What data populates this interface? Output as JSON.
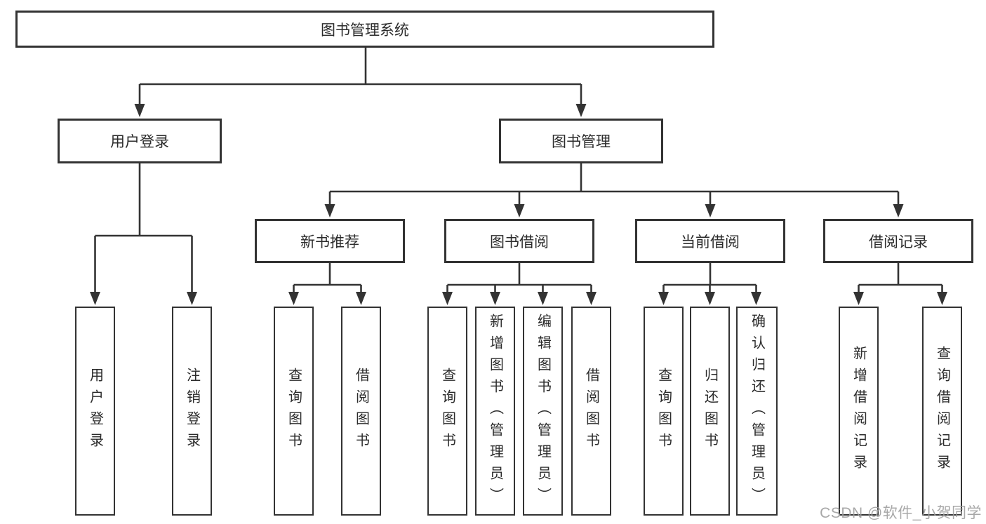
{
  "tree": {
    "label": "图书管理系统",
    "children": [
      {
        "label": "用户登录",
        "children": [
          {
            "label": "用户登录"
          },
          {
            "label": "注销登录"
          }
        ]
      },
      {
        "label": "图书管理",
        "children": [
          {
            "label": "新书推荐",
            "children": [
              {
                "label": "查询图书"
              },
              {
                "label": "借阅图书"
              }
            ]
          },
          {
            "label": "图书借阅",
            "children": [
              {
                "label": "查询图书"
              },
              {
                "label": "新增图书（管理员）"
              },
              {
                "label": "编辑图书（管理员）"
              },
              {
                "label": "借阅图书"
              }
            ]
          },
          {
            "label": "当前借阅",
            "children": [
              {
                "label": "查询图书"
              },
              {
                "label": "归还图书"
              },
              {
                "label": "确认归还（管理员）"
              }
            ]
          },
          {
            "label": "借阅记录",
            "children": [
              {
                "label": "新增借阅记录"
              },
              {
                "label": "查询借阅记录"
              }
            ]
          }
        ]
      }
    ]
  },
  "watermark": {
    "text": "CSDN @软件_小贺同学"
  },
  "colors": {
    "line": "#333333",
    "box_border": "#333333",
    "text": "#2b2b2b",
    "watermark": "#9e9e9e",
    "background": "#ffffff"
  }
}
